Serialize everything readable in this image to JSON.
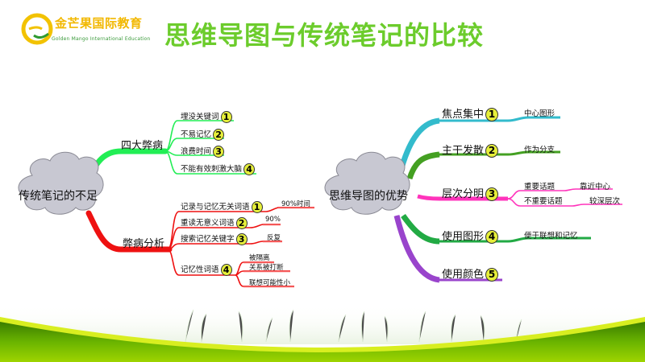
{
  "header": {
    "logo": {
      "name_cn": "金芒果国际教育",
      "name_en": "Golden Mango International Education"
    },
    "title": "思维导图与传统笔记的比较"
  },
  "colors": {
    "title": "#6ccc2c",
    "logo_text": "#f2b800",
    "left_top_branch": "#22ee55",
    "left_bottom_branch": "#ee1111",
    "right_branch_1": "#33bbcc",
    "right_branch_2": "#44a022",
    "right_branch_3": "#ff33bb",
    "right_branch_4": "#22aa44",
    "right_branch_5": "#9944cc",
    "cloud": "#c8c8d2",
    "footer_green": "#6ab800"
  },
  "left_map": {
    "center": "传统笔记的不足",
    "branches": [
      {
        "label": "四大弊病",
        "children": [
          {
            "label": "埋没关键词",
            "num": "1"
          },
          {
            "label": "不易记忆",
            "num": "2"
          },
          {
            "label": "浪费时间",
            "num": "3"
          },
          {
            "label": "不能有效刺激大脑",
            "num": "4"
          }
        ]
      },
      {
        "label": "弊病分析",
        "children": [
          {
            "label": "记录与记忆无关词语",
            "num": "1",
            "detail": "90%时间"
          },
          {
            "label": "重读无意义词语",
            "num": "2",
            "detail": "90%"
          },
          {
            "label": "搜索记忆关键字",
            "num": "3",
            "detail": "反复"
          },
          {
            "label": "记忆性词语",
            "num": "4",
            "details": [
              "被隔离",
              "关系被打断",
              "联想可能性小"
            ]
          }
        ]
      }
    ]
  },
  "right_map": {
    "center": "思维导图的优势",
    "branches": [
      {
        "label": "焦点集中",
        "num": "1",
        "detail": "中心图形"
      },
      {
        "label": "主干发散",
        "num": "2",
        "detail": "作为分支"
      },
      {
        "label": "层次分明",
        "num": "3",
        "sub": [
          {
            "label": "重要话题",
            "detail": "靠近中心"
          },
          {
            "label": "不重要话题",
            "detail": "较深层次"
          }
        ]
      },
      {
        "label": "使用图形",
        "num": "4",
        "detail": "便于联想和记忆"
      },
      {
        "label": "使用颜色",
        "num": "5"
      }
    ]
  }
}
